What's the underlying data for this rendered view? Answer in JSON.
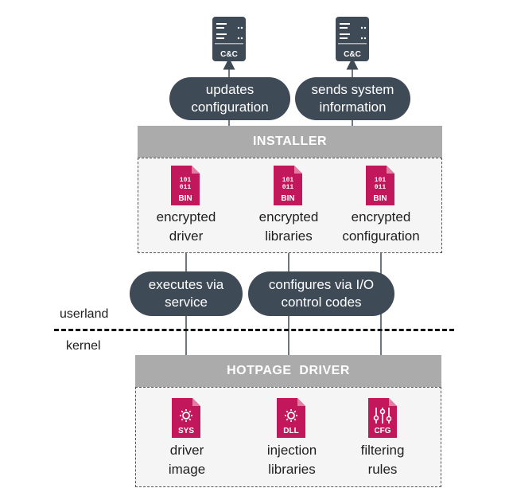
{
  "servers": [
    {
      "label": "C&C"
    },
    {
      "label": "C&C"
    }
  ],
  "pills": {
    "updates": "updates\nconfiguration",
    "sends": "sends system\ninformation",
    "executes": "executes via\nservice",
    "configures": "configures via I/O\ncontrol codes"
  },
  "installer": {
    "title": "INSTALLER",
    "files": [
      {
        "badge_top": "101\n011",
        "badge": "BIN",
        "label": "encrypted\ndriver"
      },
      {
        "badge_top": "101\n011",
        "badge": "BIN",
        "label": "encrypted\nlibraries"
      },
      {
        "badge_top": "101\n011",
        "badge": "BIN",
        "label": "encrypted\nconfiguration"
      }
    ]
  },
  "zones": {
    "userland": "userland",
    "kernel": "kernel"
  },
  "driver": {
    "title": "HOTPAGE  DRIVER",
    "files": [
      {
        "badge": "SYS",
        "icon": "gear-icon",
        "label": "driver\nimage"
      },
      {
        "badge": "DLL",
        "icon": "gear-icon",
        "label": "injection\nlibraries"
      },
      {
        "badge": "CFG",
        "icon": "sliders-icon",
        "label": "filtering\nrules"
      }
    ]
  },
  "colors": {
    "pill": "#3f4a57",
    "bar": "#ababab",
    "file": "#c2185b",
    "server": "#3f4a57"
  }
}
